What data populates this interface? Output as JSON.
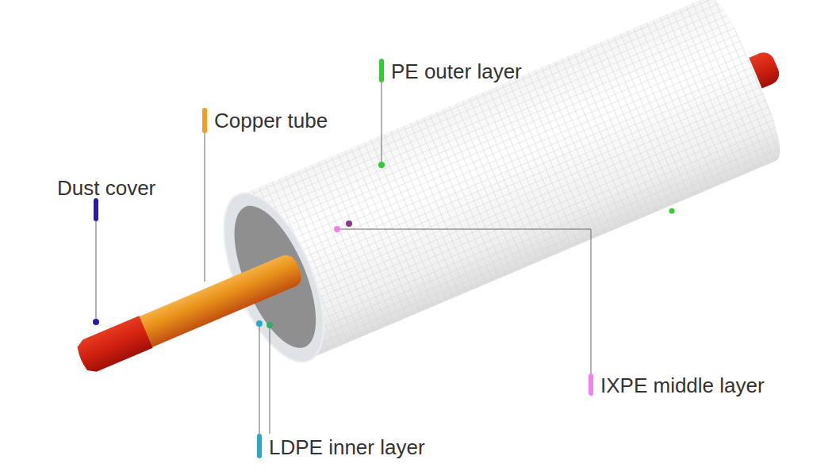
{
  "diagram": {
    "labels": [
      "PE outer layer",
      "Copper tube",
      "Dust cover",
      "IXPE middle layer",
      "LDPE inner layer"
    ]
  }
}
